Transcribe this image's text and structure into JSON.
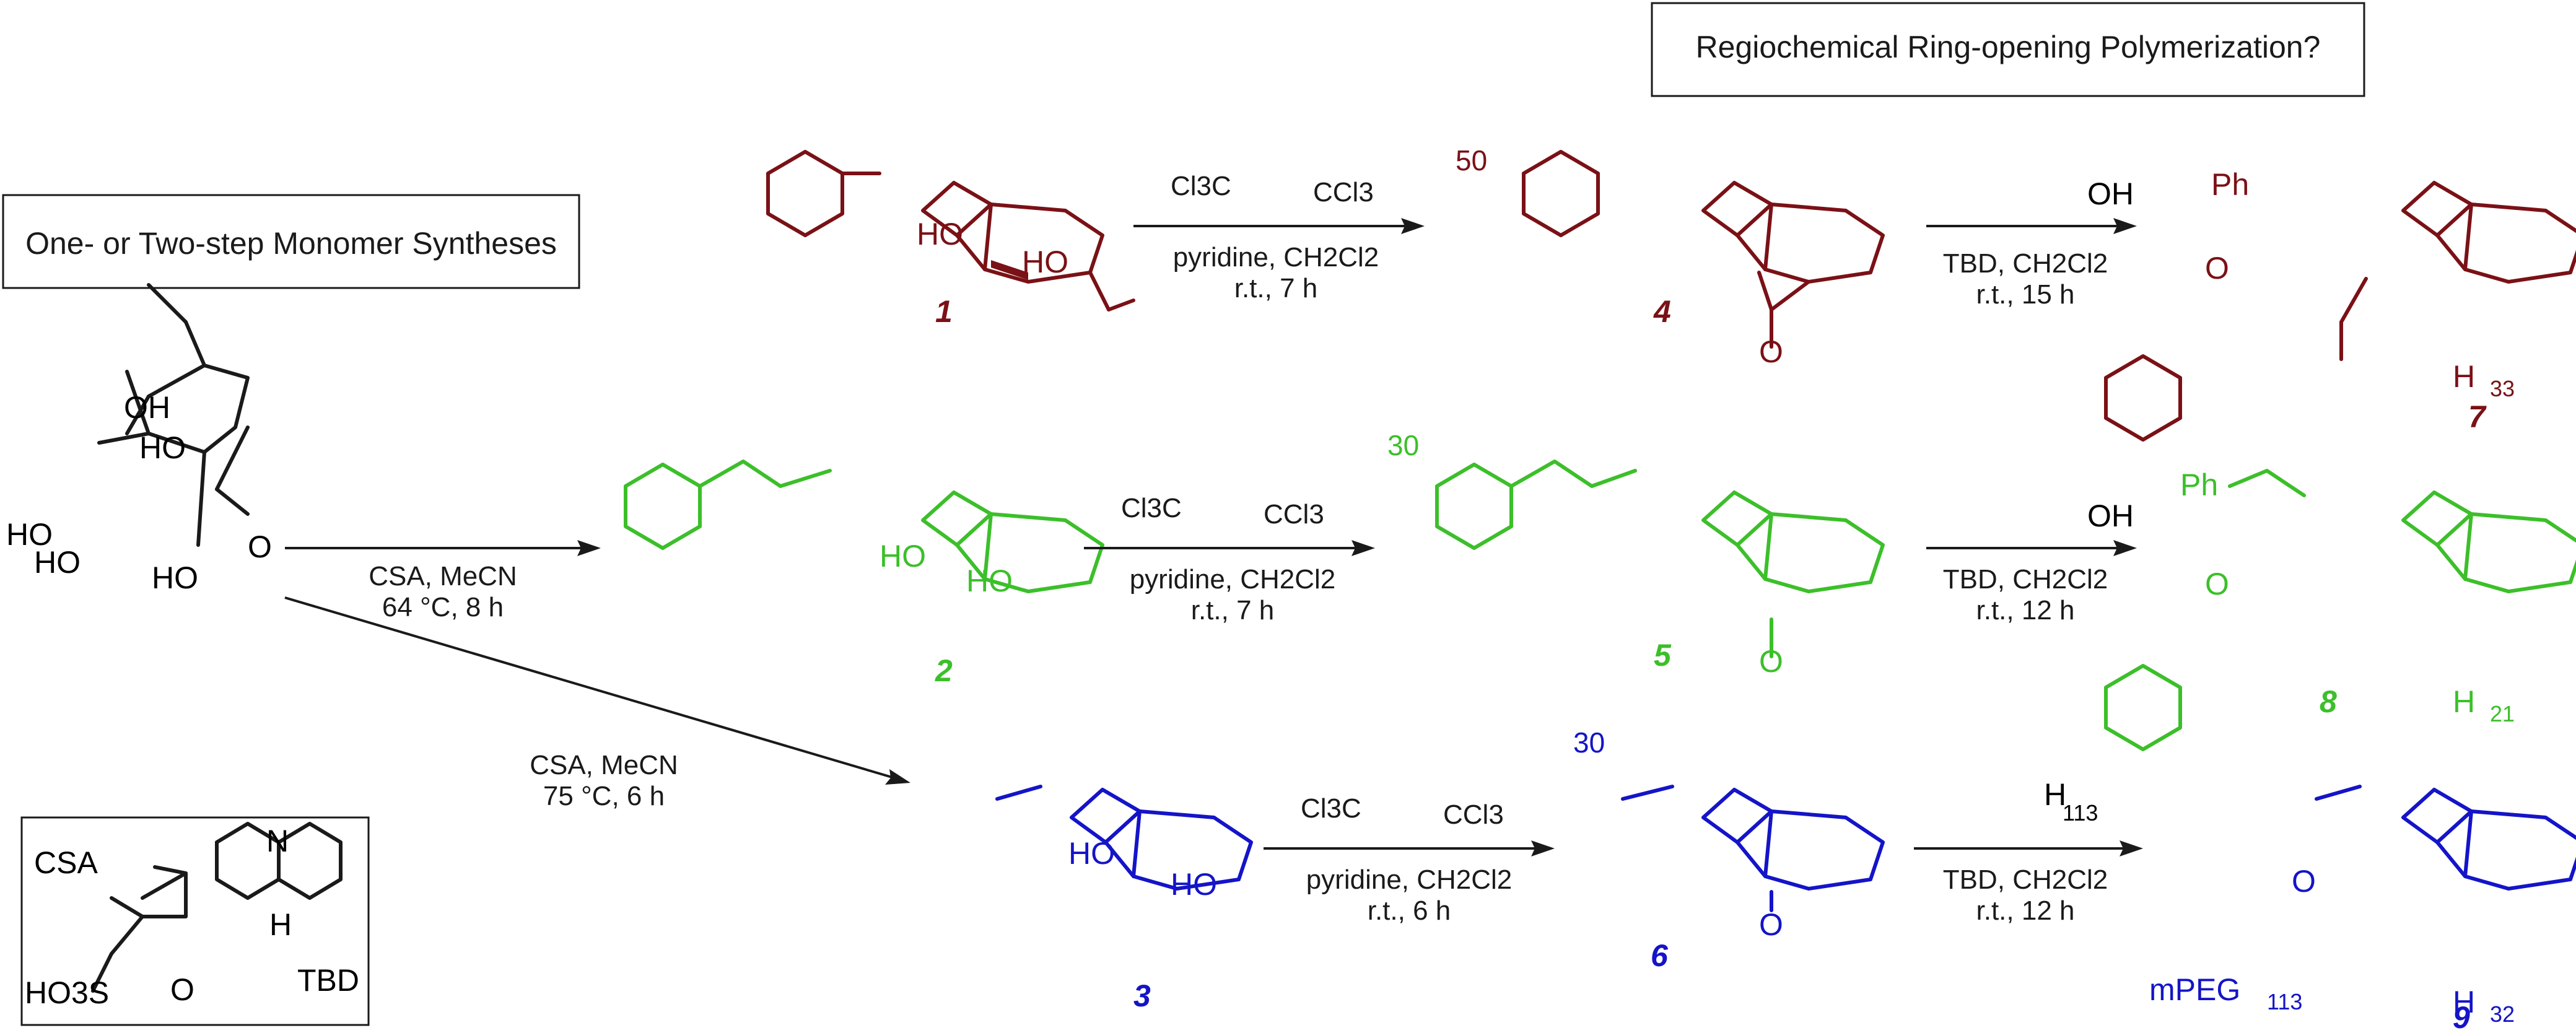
{
  "boxes": {
    "top_right": "Regiochemical Ring-opening Polymerization?",
    "left": "One- or Two-step Monomer Syntheses"
  },
  "colors": {
    "red": "#7a1116",
    "green": "#3cbf2a",
    "blue": "#1414c8",
    "black": "#1a1a1a"
  },
  "atoms": {
    "oh": "OH",
    "ho": "HO",
    "o": "O",
    "h": "H",
    "ph": "Ph",
    "n": "N",
    "cl3c": "Cl3C",
    "ccl3": "CCl3",
    "ho3s": "HO3S",
    "mpeg": "mPEG",
    "mpeg_sub": "113"
  },
  "labels": {
    "c1": "1",
    "c2": "2",
    "c3": "3",
    "c4": "4",
    "c5": "5",
    "c6": "6",
    "c7": "7",
    "c8": "8",
    "c9": "9"
  },
  "equivalents": {
    "r4": "50",
    "r5": "30",
    "r6": "30"
  },
  "degrees": {
    "p7": "33",
    "p8": "21",
    "p9": "32",
    "peg": "113"
  },
  "conditions": {
    "r1_solvent": "pyridine, CH2Cl2",
    "r1_time": "r.t., 7 h",
    "r2_solvent": "pyridine, CH2Cl2",
    "r2_time": "r.t., 7 h",
    "r3_solvent": "pyridine, CH2Cl2",
    "r3_time": "r.t., 6 h",
    "a1_cat": "CSA, MeCN",
    "a1_temp": "64 °C, 8 h",
    "a2_cat": "CSA, MeCN",
    "a2_temp": "75 °C, 6 h",
    "p1_cat": "TBD, CH2Cl2",
    "p1_time": "r.t., 15 h",
    "p2_cat": "TBD, CH2Cl2",
    "p2_time": "r.t., 12 h",
    "p3_cat": "TBD, CH2Cl2",
    "p3_time": "r.t., 12 h"
  },
  "legend": {
    "csa": "CSA",
    "tbd": "TBD"
  }
}
